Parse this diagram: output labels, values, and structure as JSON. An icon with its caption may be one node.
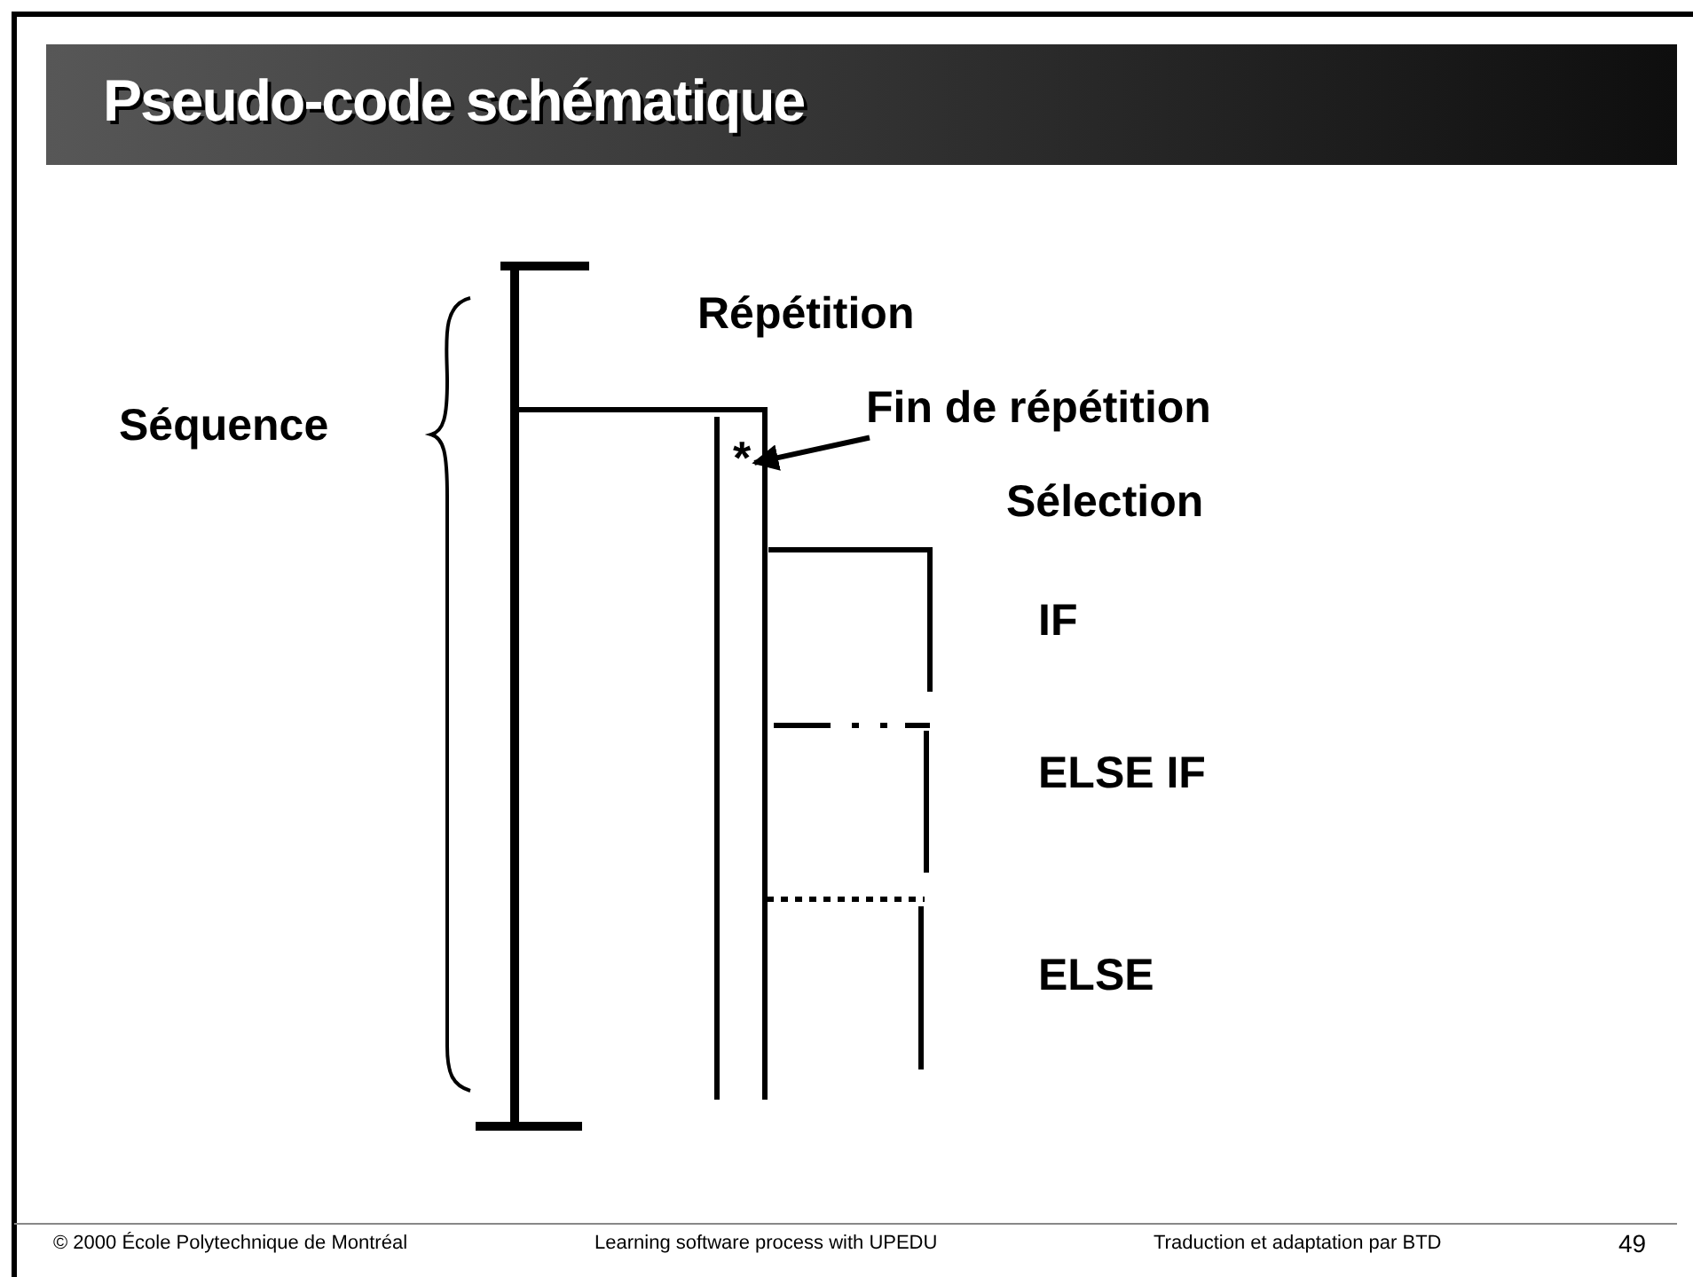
{
  "diagram": {
    "title": "Pseudo-code schématique",
    "nodes": [
      {
        "text": [
          "Fin de répétition"
        ]
      },
      {
        "text": [
          "*"
        ]
      }
    ],
    "edges": [
      {
        "from": 0,
        "to": 1,
        "arrow": "to"
      }
    ],
    "labels": [
      "Répétition",
      "Séquence",
      "Sélection",
      "IF",
      "ELSE IF",
      "ELSE",
      "© 2000 École Polytechnique de Montréal",
      "Learning software process with UPEDU",
      "Traduction et adaptation par BTD",
      "49"
    ]
  }
}
